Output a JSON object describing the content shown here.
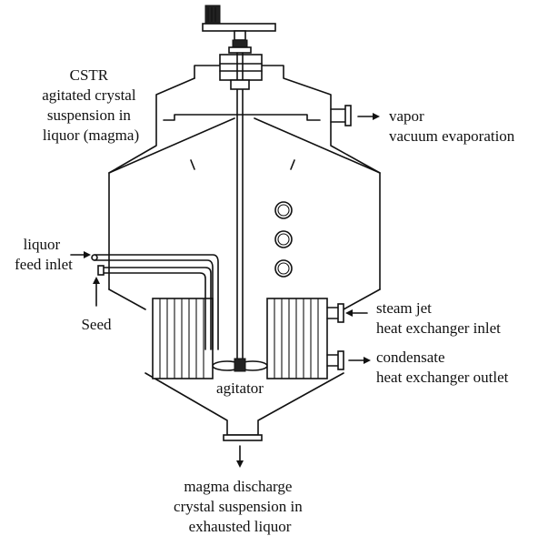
{
  "labels": {
    "cstr": {
      "lines": [
        "CSTR",
        "agitated crystal",
        "suspension in",
        "liquor (magma)"
      ],
      "color": "#111111"
    },
    "vapor": {
      "lines": [
        "vapor",
        "vacuum evaporation"
      ]
    },
    "liquor": {
      "lines": [
        "liquor",
        "feed inlet"
      ]
    },
    "seed": {
      "lines": [
        "Seed"
      ]
    },
    "steam": {
      "lines": [
        "steam jet",
        "heat exchanger inlet"
      ]
    },
    "condensate": {
      "lines": [
        "condensate",
        "heat exchanger outlet"
      ]
    },
    "agitator": {
      "lines": [
        "agitator"
      ]
    },
    "discharge": {
      "lines": [
        "magma discharge",
        "crystal suspension in",
        "exhausted liquor"
      ]
    }
  },
  "colors": {
    "line": "#111111",
    "background": "#ffffff"
  }
}
